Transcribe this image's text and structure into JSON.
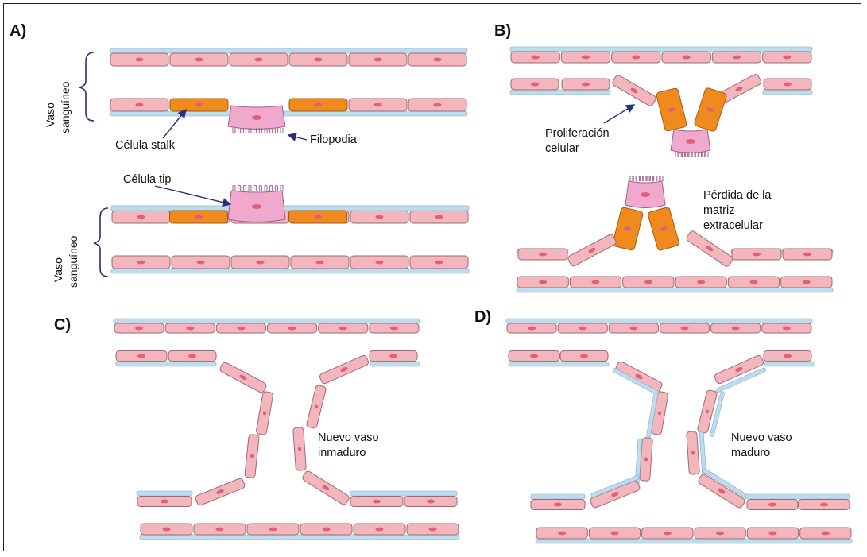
{
  "panels": {
    "a": {
      "letter": "A)",
      "vessel_label_top": [
        "Vaso",
        "sanguíneo"
      ],
      "stalk_label": "Célula stalk",
      "filopodia_label": "Filopodia",
      "tip_label": "Célula tip",
      "vessel_label_bottom": [
        "Vaso",
        "sanguíneo"
      ]
    },
    "b": {
      "letter": "B)",
      "proliferation_label": [
        "Proliferación",
        "celular"
      ],
      "matrix_label": [
        "Pérdida de la",
        "matriz",
        "extracelular"
      ]
    },
    "c": {
      "letter": "C)",
      "vessel_label": [
        "Nuevo vaso",
        "inmaduro"
      ]
    },
    "d": {
      "letter": "D)",
      "vessel_label": [
        "Nuevo vaso",
        "maduro"
      ]
    }
  },
  "colors": {
    "endothelial_fill": "#f4b6bd",
    "endothelial_stroke": "#9c6a70",
    "nucleus": "#e0607a",
    "stalk_fill": "#f08a1c",
    "stalk_stroke": "#a85a10",
    "tip_fill": "#f1a8cf",
    "tip_stroke": "#a0608a",
    "membrane": "#bcdcef",
    "membrane_stroke": "#8aa9bf",
    "arrow": "#2a2f7a",
    "brace": "#2a2f7a"
  }
}
